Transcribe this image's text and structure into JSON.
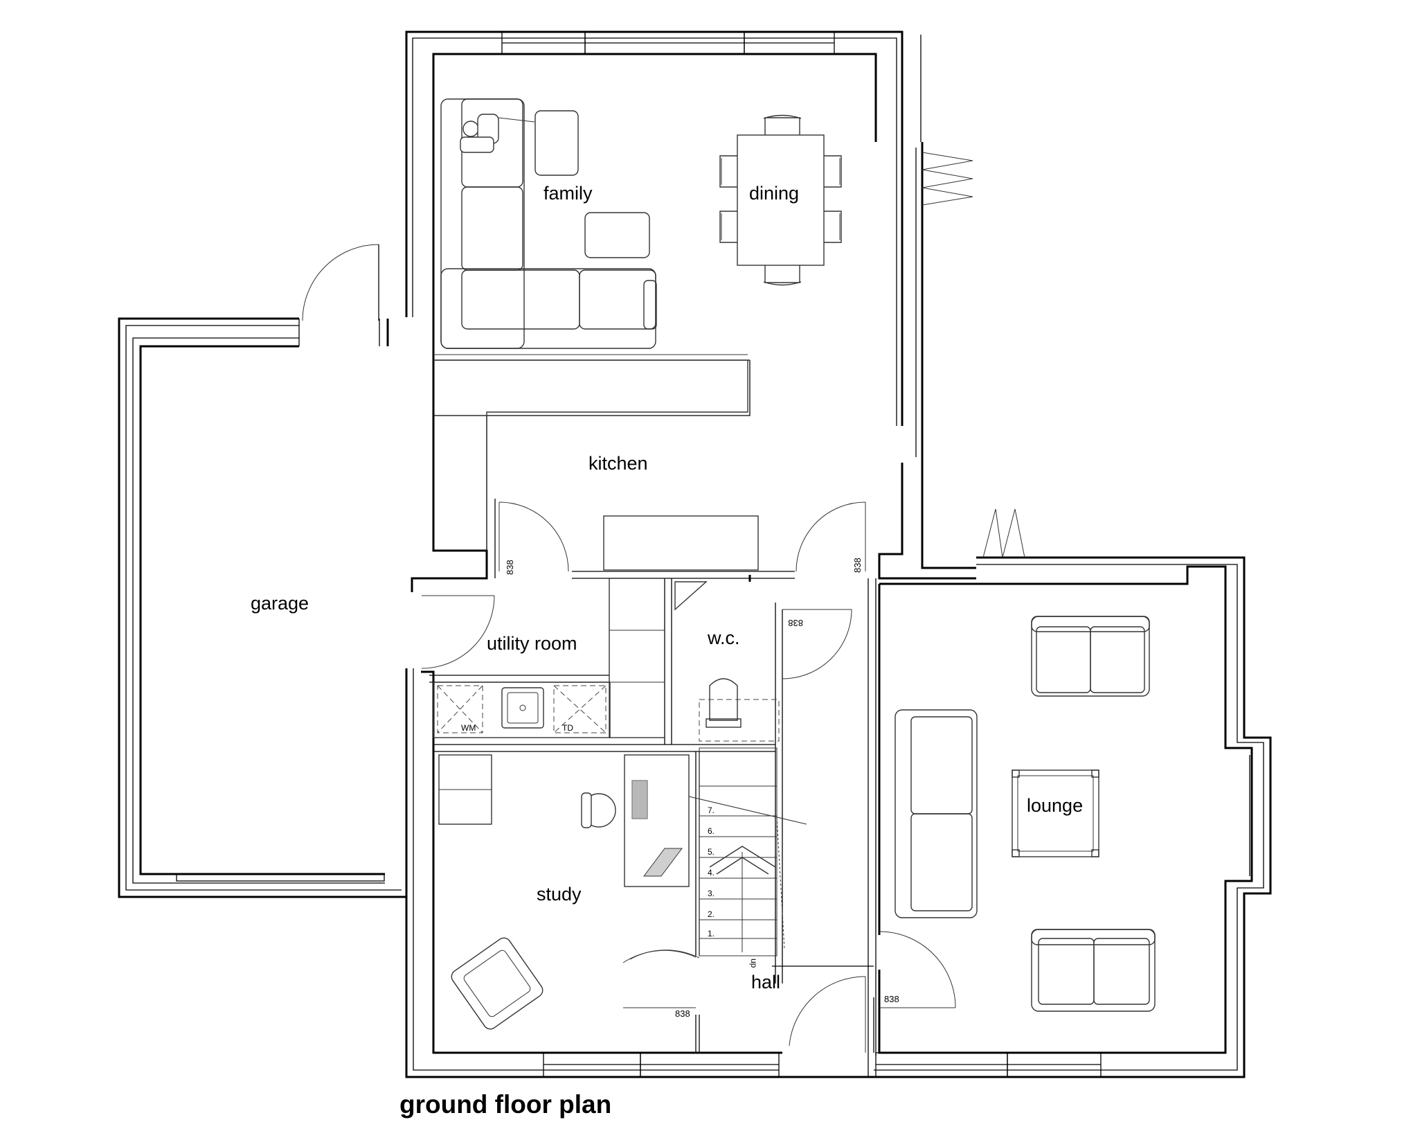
{
  "rooms": {
    "family": "family",
    "dining": "dining",
    "kitchen": "kitchen",
    "garage": "garage",
    "utility_room": "utility room",
    "wc": "w.c.",
    "lounge": "lounge",
    "study": "study",
    "hall": "hall"
  },
  "dimensions": {
    "door_width": "838"
  },
  "appliances": {
    "washing_machine": "WM",
    "tumble_dryer": "TD"
  },
  "stairs": {
    "steps": [
      "1.",
      "2.",
      "3.",
      "4.",
      "5.",
      "6.",
      "7."
    ],
    "direction": "up"
  },
  "title": "ground floor plan"
}
